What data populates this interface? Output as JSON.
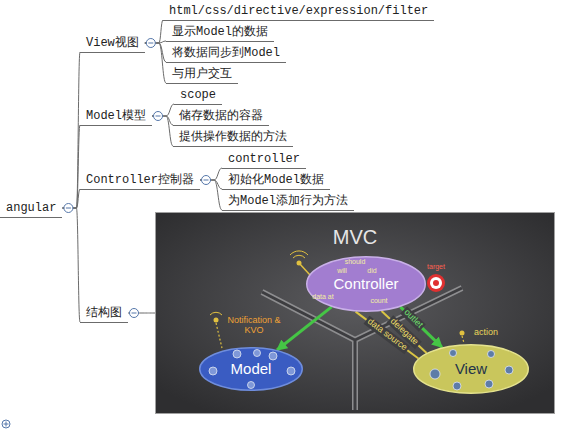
{
  "diagram": {
    "nodes": [
      {
        "text": [
          "angular"
        ]
      },
      {
        "text": [
          "View视图"
        ]
      },
      {
        "text": [
          "html/css/directive/expression/filter"
        ]
      },
      {
        "text": [
          "显示Model的数据"
        ]
      },
      {
        "text": [
          "将数据同步到Model"
        ]
      },
      {
        "text": [
          "与用户交互"
        ]
      },
      {
        "text": [
          "Model模型"
        ]
      },
      {
        "text": [
          "scope"
        ]
      },
      {
        "text": [
          "储存数据的容器"
        ]
      },
      {
        "text": [
          "提供操作数据的方法"
        ]
      },
      {
        "text": [
          "Controller控制器"
        ]
      },
      {
        "text": [
          "controller"
        ]
      },
      {
        "text": [
          "初始化Model数据"
        ]
      },
      {
        "text": [
          "为Model添加行为方法"
        ]
      },
      {
        "text": [
          "结构图"
        ]
      },
      {
        "text": [
          "MVC"
        ]
      },
      {
        "text": [
          "Controller"
        ],
        "in": 15
      },
      {
        "text": [
          "Model"
        ],
        "in": 15
      },
      {
        "text": [
          "View"
        ],
        "in": 15
      }
    ],
    "edges": [
      {
        "from": 0,
        "to": 1,
        "arrow": "none"
      },
      {
        "from": 0,
        "to": 6,
        "arrow": "none"
      },
      {
        "from": 0,
        "to": 10,
        "arrow": "none"
      },
      {
        "from": 0,
        "to": 14,
        "arrow": "none"
      },
      {
        "from": 1,
        "to": 2,
        "arrow": "none"
      },
      {
        "from": 1,
        "to": 3,
        "arrow": "none"
      },
      {
        "from": 1,
        "to": 4,
        "arrow": "none"
      },
      {
        "from": 1,
        "to": 5,
        "arrow": "none"
      },
      {
        "from": 6,
        "to": 7,
        "arrow": "none"
      },
      {
        "from": 6,
        "to": 8,
        "arrow": "none"
      },
      {
        "from": 6,
        "to": 9,
        "arrow": "none"
      },
      {
        "from": 10,
        "to": 11,
        "arrow": "none"
      },
      {
        "from": 10,
        "to": 12,
        "arrow": "none"
      },
      {
        "from": 10,
        "to": 13,
        "arrow": "none"
      },
      {
        "from": 14,
        "to": 15,
        "arrow": "none"
      },
      {
        "from": 16,
        "to": 17,
        "arrow": "to"
      },
      {
        "from": 16,
        "to": 18,
        "label": "outlet",
        "arrow": "to"
      },
      {
        "from": 18,
        "to": 16,
        "label": "delegate",
        "arrow": "none"
      },
      {
        "from": 18,
        "to": 16,
        "label": "data source",
        "arrow": "none"
      }
    ],
    "labels": [
      "should",
      "will",
      "did",
      "data at",
      "count",
      "target",
      "Notification & KVO",
      "action"
    ]
  }
}
